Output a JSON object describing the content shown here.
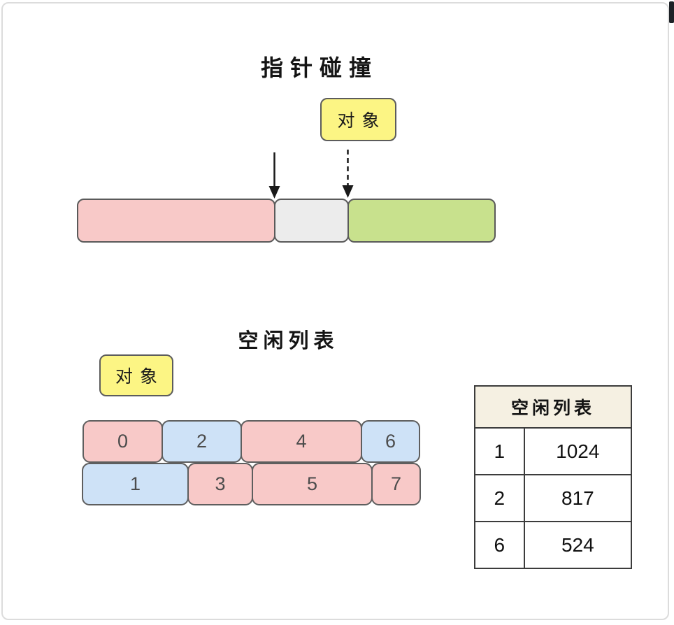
{
  "pointer_bump": {
    "title": "指针碰撞",
    "object_label": "对象",
    "arrows": [
      {
        "name": "current-pointer",
        "style": "solid"
      },
      {
        "name": "object-placement",
        "style": "dashed"
      }
    ],
    "bar_segments": [
      {
        "name": "used-memory",
        "color": "#f8c9c8"
      },
      {
        "name": "allocating-object",
        "color": "#ececec"
      },
      {
        "name": "free-memory",
        "color": "#c8e18d"
      }
    ]
  },
  "free_list": {
    "title": "空闲列表",
    "object_label": "对象",
    "blocks": [
      {
        "label": "0",
        "color": "pink"
      },
      {
        "label": "1",
        "color": "blue"
      },
      {
        "label": "2",
        "color": "blue"
      },
      {
        "label": "3",
        "color": "pink"
      },
      {
        "label": "4",
        "color": "pink"
      },
      {
        "label": "5",
        "color": "pink"
      },
      {
        "label": "6",
        "color": "blue"
      },
      {
        "label": "7",
        "color": "pink"
      }
    ],
    "table": {
      "header": "空闲列表",
      "rows": [
        [
          "1",
          "1024"
        ],
        [
          "2",
          "817"
        ],
        [
          "6",
          "524"
        ]
      ]
    }
  },
  "colors": {
    "pink": "#f8c9c8",
    "blue": "#cee2f7",
    "green": "#c8e18d",
    "gray": "#ececec",
    "yellow": "#fcf584",
    "table_header_bg": "#f5f0e2",
    "shape_border": "#5a5a5a",
    "card_border": "#dcdcdc",
    "scrollbar": "#1d2126"
  }
}
